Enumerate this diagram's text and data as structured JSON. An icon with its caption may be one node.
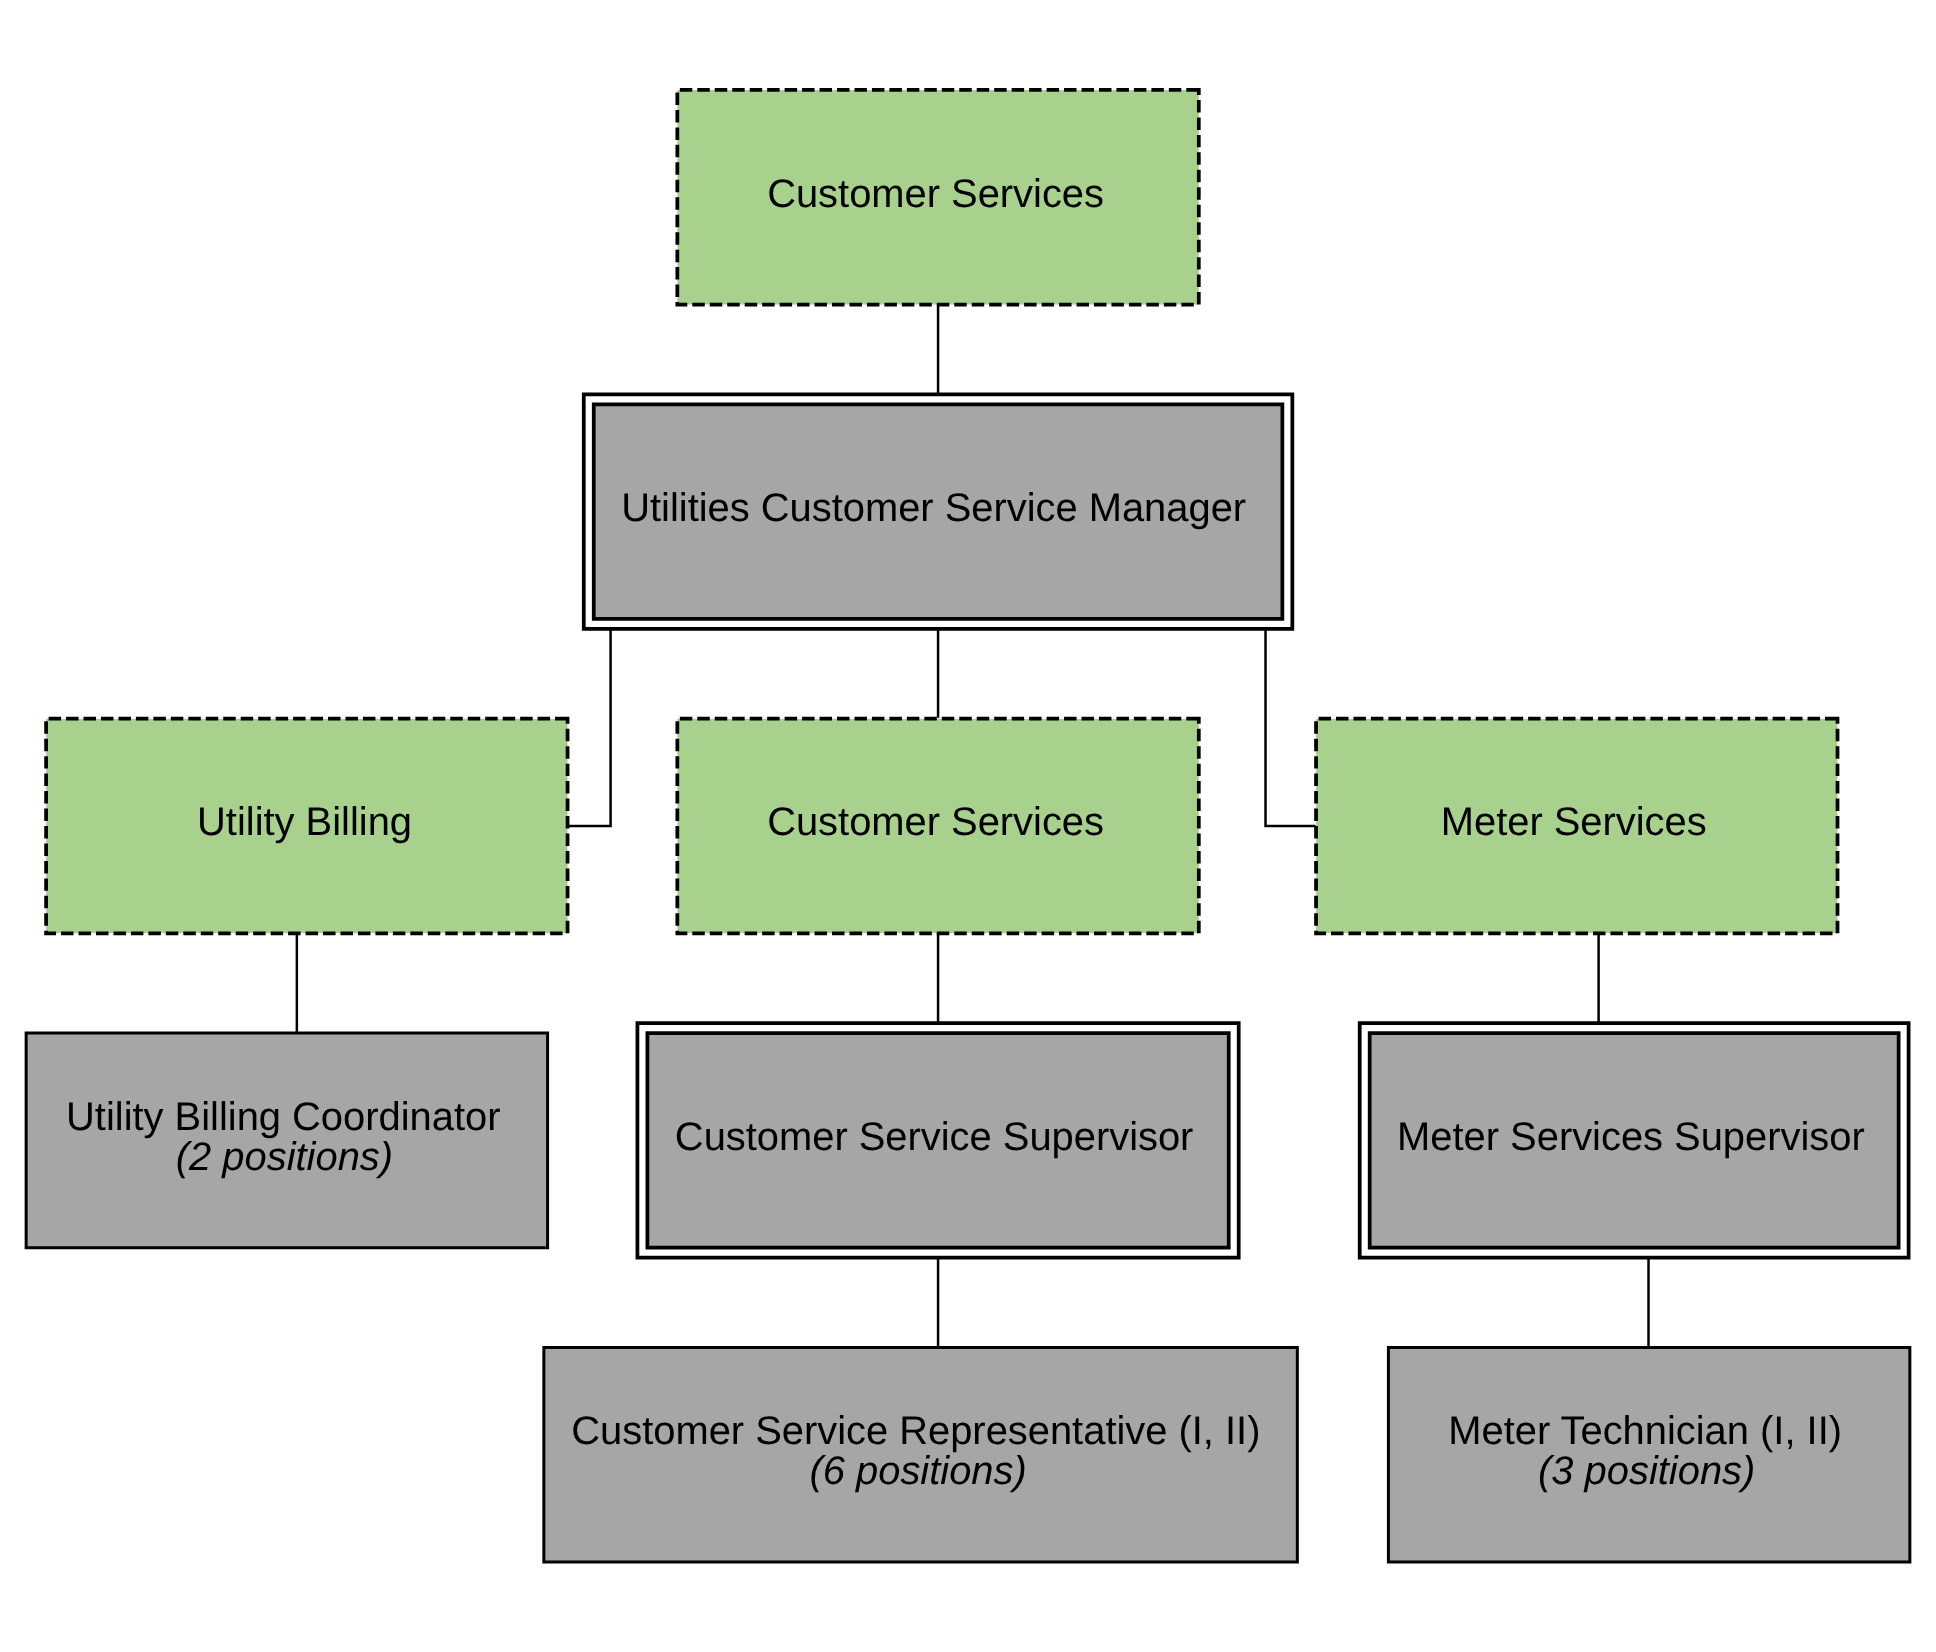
{
  "diagram": {
    "nodes": [
      {
        "text": [
          "Customer Services"
        ]
      },
      {
        "text": [
          "Utilities Customer Service Manager"
        ]
      },
      {
        "text": [
          "Utility Billing"
        ]
      },
      {
        "text": [
          "Customer Services"
        ]
      },
      {
        "text": [
          "Meter Services"
        ]
      },
      {
        "text": [
          "Utility Billing Coordinator",
          "(2 positions)"
        ]
      },
      {
        "text": [
          "Customer Service Supervisor"
        ]
      },
      {
        "text": [
          "Meter Services Supervisor"
        ]
      },
      {
        "text": [
          "Customer Service Representative (I, II)",
          "(6 positions)"
        ]
      },
      {
        "text": [
          "Meter Technician (I, II)",
          "(3 positions)"
        ]
      }
    ],
    "edges": [
      {
        "from": 0,
        "to": 1,
        "arrow": "none"
      },
      {
        "from": 1,
        "to": 2,
        "arrow": "none"
      },
      {
        "from": 1,
        "to": 3,
        "arrow": "none"
      },
      {
        "from": 1,
        "to": 4,
        "arrow": "none"
      },
      {
        "from": 2,
        "to": 5,
        "arrow": "none"
      },
      {
        "from": 3,
        "to": 6,
        "arrow": "none"
      },
      {
        "from": 4,
        "to": 7,
        "arrow": "none"
      },
      {
        "from": 6,
        "to": 8,
        "arrow": "none"
      },
      {
        "from": 7,
        "to": 9,
        "arrow": "none"
      }
    ]
  }
}
